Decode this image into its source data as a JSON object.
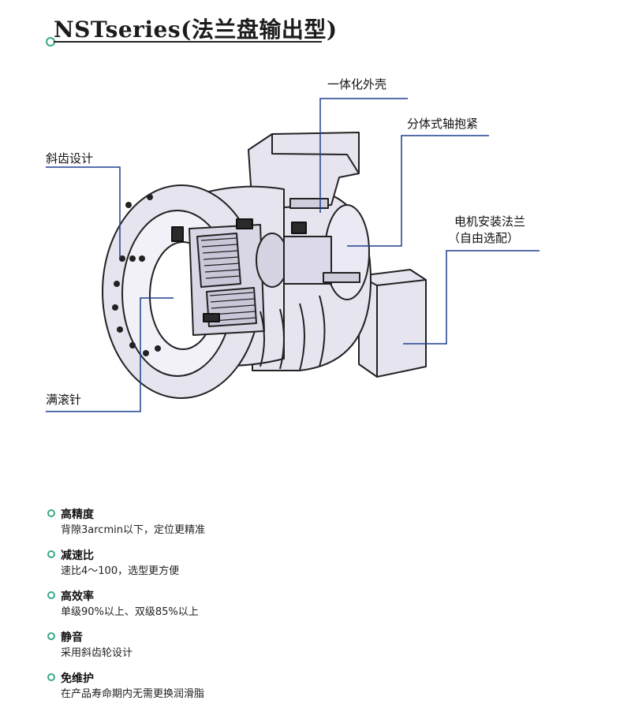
{
  "header": {
    "title": "NSTseries(法兰盘输出型)"
  },
  "callouts": [
    {
      "id": "integrated-housing",
      "label": "一体化外壳"
    },
    {
      "id": "split-shaft-clamp",
      "label": "分体式轴抱紧"
    },
    {
      "id": "helical-gear",
      "label": "斜齿设计"
    },
    {
      "id": "motor-flange",
      "label": "电机安装法兰",
      "label_sub": "（自由选配）"
    },
    {
      "id": "full-needle",
      "label": "满滚针"
    }
  ],
  "features": [
    {
      "title": "高精度",
      "desc": "背隙3arcmin以下，定位更精准"
    },
    {
      "title": "减速比",
      "desc": "速比4～100，选型更方便"
    },
    {
      "title": "高效率",
      "desc": "单级90%以上、双级85%以上"
    },
    {
      "title": "静音",
      "desc": "采用斜齿轮设计"
    },
    {
      "title": "免维护",
      "desc": "在产品寿命期内无需更换润滑脂"
    }
  ],
  "colors": {
    "accent": "#3aa88a",
    "leader": "#1f3f8f",
    "body_fill": "#e6e4ef",
    "outline": "#222222"
  }
}
